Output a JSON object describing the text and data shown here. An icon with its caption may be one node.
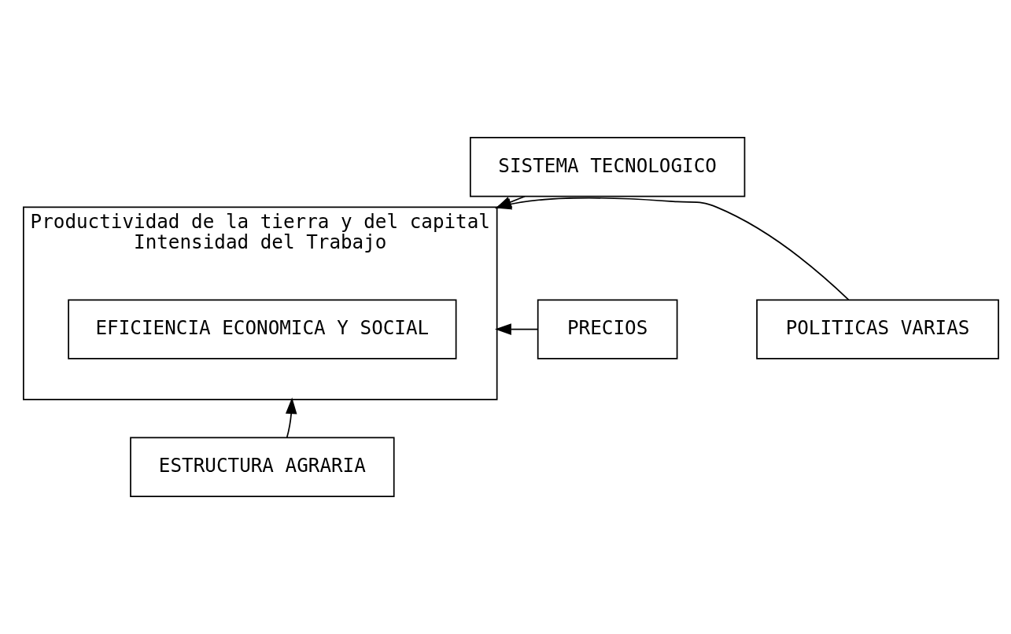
{
  "diagram": {
    "nodes": [
      {
        "text": [
          "SISTEMA TECNOLOGICO"
        ]
      },
      {
        "text": [
          "Productividad de la tierra y del capital",
          "Intensidad del Trabajo"
        ]
      },
      {
        "text": [
          "EFICIENCIA ECONOMICA Y SOCIAL"
        ],
        "in": 1
      },
      {
        "text": [
          "PRECIOS"
        ]
      },
      {
        "text": [
          "POLITICAS VARIAS"
        ]
      },
      {
        "text": [
          "ESTRUCTURA AGRARIA"
        ]
      }
    ],
    "edges": [
      {
        "from": 0,
        "to": 1,
        "arrow": "to"
      },
      {
        "from": 3,
        "to": 1,
        "arrow": "to"
      },
      {
        "from": 4,
        "to": 1,
        "arrow": "to"
      },
      {
        "from": 5,
        "to": 1,
        "arrow": "to"
      }
    ]
  }
}
